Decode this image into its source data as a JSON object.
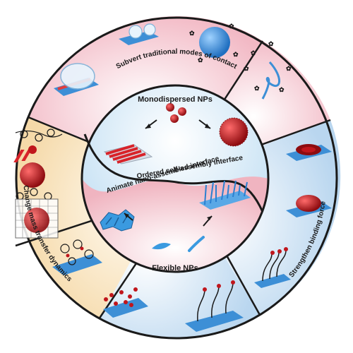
{
  "center": {
    "top_title": "Monodispersed NPs",
    "bottom_title": "Flexible NPs",
    "interface_top": "Ordered self-assembly interface",
    "interface_bottom": "Animate nano-assembled interface"
  },
  "segments": {
    "top": "Subvert traditional modes of contact",
    "left": "Change mass transfer dynamics",
    "right": "Strengthen binding force"
  },
  "colors": {
    "outline": "#1a1a1a",
    "np_red": "#c0161c",
    "substrate_blue": "#3d8fd6",
    "pink_bg": "#f4c7cf",
    "cream_bg": "#f8e4bd",
    "blue_bg": "#cfe3f3"
  }
}
